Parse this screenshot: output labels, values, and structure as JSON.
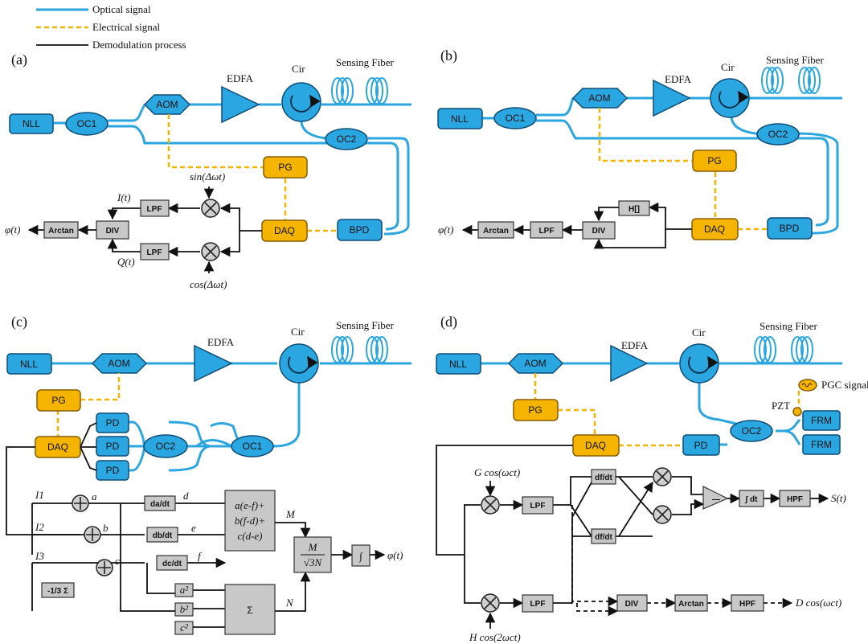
{
  "legend": {
    "optical": "Optical signal",
    "electrical": "Electrical signal",
    "demod": "Demodulation process"
  },
  "colors": {
    "optical": "#2aa6e0",
    "electrical": "#f5b400",
    "demod": "#111111",
    "module": "#c8c8c8"
  },
  "panels": {
    "a": {
      "tag": "(a)",
      "fiber": "Sensing Fiber",
      "nll": "NLL",
      "oc1": "OC1",
      "aom": "AOM",
      "edfa": "EDFA",
      "cir": "Cir",
      "oc2": "OC2",
      "pg": "PG",
      "daq": "DAQ",
      "bpd": "BPD",
      "sin": "sin(Δωt)",
      "cos": "cos(Δωt)",
      "i": "I(t)",
      "q": "Q(t)",
      "lpf1": "LPF",
      "lpf2": "LPF",
      "div": "DIV",
      "arctan": "Arctan",
      "out": "φ(t)"
    },
    "b": {
      "tag": "(b)",
      "fiber": "Sensing Fiber",
      "nll": "NLL",
      "oc1": "OC1",
      "aom": "AOM",
      "edfa": "EDFA",
      "cir": "Cir",
      "oc2": "OC2",
      "pg": "PG",
      "daq": "DAQ",
      "bpd": "BPD",
      "h": "H[]",
      "div": "DIV",
      "lpf": "LPF",
      "arctan": "Arctan",
      "out": "φ(t)"
    },
    "c": {
      "tag": "(c)",
      "fiber": "Sensing Fiber",
      "nll": "NLL",
      "aom": "AOM",
      "edfa": "EDFA",
      "cir": "Cir",
      "pg": "PG",
      "daq": "DAQ",
      "pd": "PD",
      "oc2": "OC2",
      "oc1": "OC1",
      "i1": "I1",
      "i2": "I2",
      "i3": "I3",
      "a": "a",
      "b": "b",
      "c": "c",
      "dadt": "da/dt",
      "dbdt": "db/dt",
      "dcdt": "dc/dt",
      "d": "d",
      "e": "e",
      "f": "f",
      "eq1": "a(e-f)+",
      "eq2": "b(f-d)+",
      "eq3": "c(d-e)",
      "a2": "a²",
      "b2": "b²",
      "c2": "c²",
      "sigma": "Σ",
      "sum": "-1/3 Σ",
      "m": "M",
      "n": "N",
      "frac_top": "M",
      "frac_bot": "√3N",
      "int": "∫",
      "out": "φ(t)"
    },
    "d": {
      "tag": "(d)",
      "fiber": "Sensing Fiber",
      "nll": "NLL",
      "aom": "AOM",
      "edfa": "EDFA",
      "cir": "Cir",
      "pgc": "PGC signal",
      "pzt": "PZT",
      "frm1": "FRM",
      "frm2": "FRM",
      "pg": "PG",
      "daq": "DAQ",
      "pd": "PD",
      "oc2": "OC2",
      "g": "G cos(ωct)",
      "h": "H cos(2ωct)",
      "lpf1": "LPF",
      "lpf2": "LPF",
      "df1": "df/dt",
      "df2": "df/dt",
      "minus": "—",
      "int": "∫ dt",
      "hpf1": "HPF",
      "s": "S(t)",
      "div": "DIV",
      "arctan": "Arctan",
      "hpf2": "HPF",
      "dout": "D cos(ωct)"
    }
  }
}
